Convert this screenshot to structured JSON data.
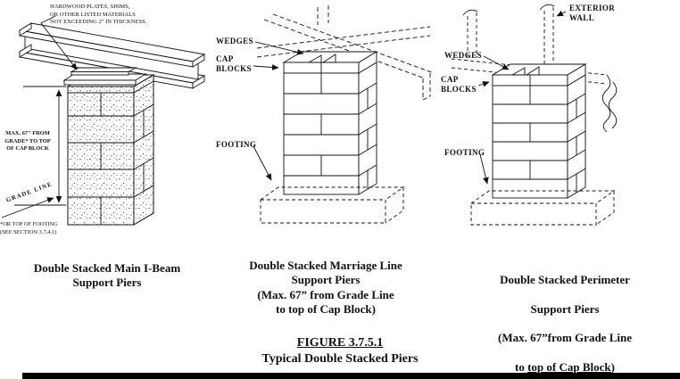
{
  "figure": {
    "number": "FIGURE 3.7.5.1",
    "title": "Typical Double Stacked Piers"
  },
  "ibeam_panel": {
    "callout": "HARDWOOD PLATES, SHIMS,\nOR OTHER LISTED MATERIALS\nNOT EXCEEDING 2\" IN THICKNESS.",
    "dimension_label": "MAX. 67\" FROM\nGRADE* TO TOP\nOF CAP BLOCK",
    "grade_line_label": "GRADE LINE",
    "footnote": "*OR TOP OF FOOTING\n(SEE SECTION 3.7.4.1)",
    "caption": "Double Stacked Main I-Beam\nSupport Piers"
  },
  "marriage_panel": {
    "wedges_label": "WEDGES",
    "cap_blocks_label": "CAP\nBLOCKS",
    "footing_label": "FOOTING",
    "caption": "Double Stacked Marriage Line\nSupport Piers\n(Max. 67” from Grade Line\nto top of Cap Block)"
  },
  "perimeter_panel": {
    "exterior_wall_label": "EXTERIOR\nWALL",
    "wedges_label": "WEDGES",
    "cap_blocks_label": "CAP\nBLOCKS",
    "footing_label": "FOOTING",
    "caption_lines": [
      "Double Stacked Perimeter",
      "Support Piers",
      "(Max. 67”from Grade Line"
    ],
    "caption_tail": {
      "pre": "to ",
      "underlined": "top of Cap Block",
      "post": ")"
    }
  }
}
